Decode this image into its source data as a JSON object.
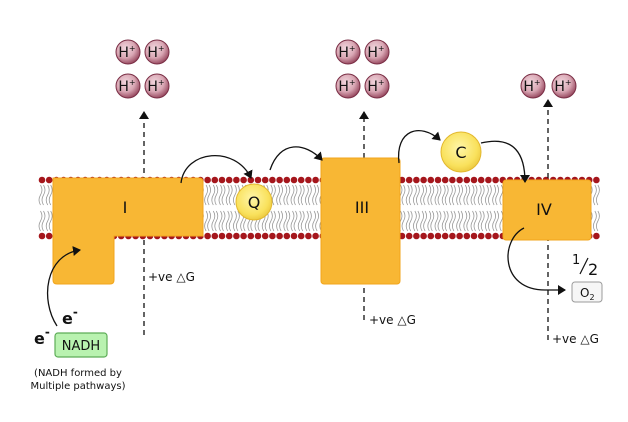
{
  "complexes": {
    "c1": "I",
    "c3": "III",
    "c4": "IV"
  },
  "carriers": {
    "q": "Q",
    "c": "C"
  },
  "proton": "H",
  "proton_charge": "+",
  "delta_g_label": "+ve △G",
  "electron": {
    "symbol": "e",
    "charge": "-"
  },
  "nadh": {
    "label": "NADH",
    "note_line1": "(NADH formed by",
    "note_line2": "Multiple pathways)"
  },
  "oxygen": {
    "fraction_num": "1",
    "fraction_den": "2",
    "label": "O",
    "subscript": "2"
  },
  "colors": {
    "complex_fill": "#f8b734",
    "carrier_fill": "#f9e15c",
    "proton_fill": "#b86a80",
    "lipid_head": "#a5161c",
    "nadh_fill": "#b9f2b0",
    "nadh_border": "#5dad57"
  },
  "icons": {
    "proton": "proton-circle-icon",
    "arrow": "curved-arrow-icon"
  }
}
